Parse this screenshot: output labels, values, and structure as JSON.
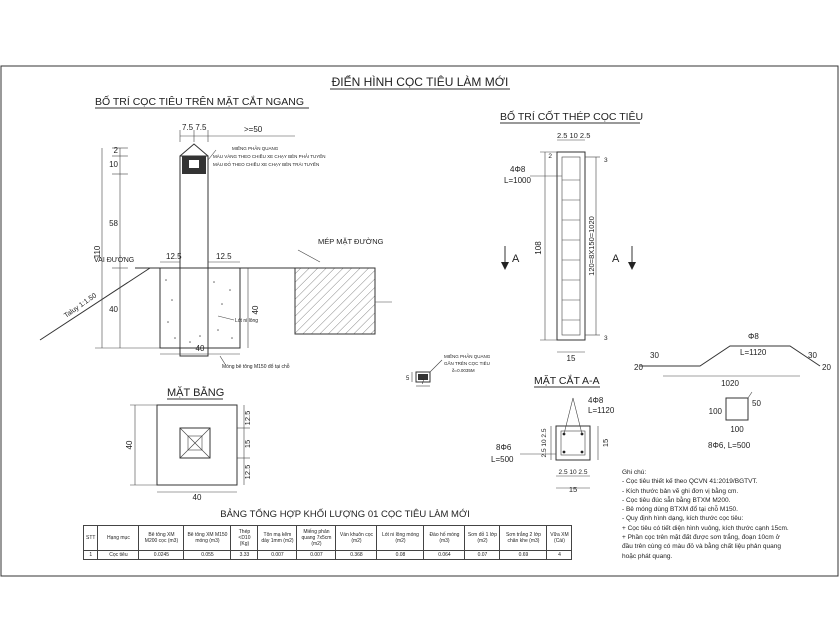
{
  "title": "ĐIỂN HÌNH CỌC TIÊU LÀM MỚI",
  "section_cross": "BỐ TRÍ CỌC TIÊU TRÊN MẶT CẮT NGANG",
  "section_rebar": "BỐ TRÍ CỐT THÉP CỌC TIÊU",
  "section_plan": "MẶT BẰNG",
  "section_aa": "MẶT CẮT A-A",
  "table_title": "BẢNG TỔNG HỢP KHỐI LƯỢNG 01 CỌC TIÊU LÀM MỚI",
  "cross": {
    "dim_top": "7.5 7.5",
    "dim_ge50": ">=50",
    "dims_left": [
      "2",
      "10",
      "58",
      "40"
    ],
    "dim_110": "110",
    "vai_duong": "VAI ĐƯỜNG",
    "taluy": "Taluy 1:1.50",
    "mep_mat_duong": "MÉP MẶT ĐƯỜNG",
    "dim_12_5_left": "12.5",
    "dim_12_5_right": "12.5",
    "dim_40_base": "40",
    "dim_40_right": "40",
    "reflect_label": "MIẾNG PHẢN QUANG",
    "reflect_note1": "MÀU VÀNG THEO CHIỀU XE CHẠY BÊN PHẢI TUYẾN",
    "reflect_note2": "MÀU ĐỎ THEO CHIỀU XE CHẠY BÊN TRÁI TUYẾN",
    "lot_ni_long": "Lót ni lông",
    "mong_note": "Móng bê tông M150 đổ tại chỗ"
  },
  "reflector_detail": {
    "label": "MIẾNG PHẢN QUANG",
    "note1": "GẮN TRÊN CỌC TIÊU",
    "note2": "δ=0.0035M",
    "dim_5": "5",
    "dim_7": "7"
  },
  "rebar": {
    "dim_top": "2.5 10 2.5",
    "dim_2": "2",
    "dim_3_top": "3",
    "dim_3_bot": "3",
    "main_bar": "4Φ8",
    "main_len": "L=1000",
    "dim_108": "108",
    "stirrup_spacing": "120=8X150=1020",
    "dim_15": "15",
    "section_mark": "A"
  },
  "bar_shape": {
    "phi": "Φ8",
    "len": "L=1120",
    "dim_30_left": "30",
    "dim_30_right": "30",
    "dim_20_left": "20",
    "dim_20_right": "20",
    "dim_1020": "1020"
  },
  "stirrup_shape": {
    "dim_100_left": "100",
    "dim_50": "50",
    "dim_100_bottom": "100",
    "label": "8Φ6, L=500"
  },
  "section_aa_detail": {
    "main_bar": "4Φ8",
    "main_len": "L=1120",
    "stirrup": "8Φ6",
    "stirrup_len": "L=500",
    "dims_left": "2.5 10 2.5",
    "dim_15": "15",
    "dims_bottom_top": "2.5 10 2.5",
    "dim_15_bottom": "15"
  },
  "plan": {
    "dim_40_left": "40",
    "dim_40_bottom": "40",
    "dim_12_5_a": "12.5",
    "dim_15": "15",
    "dim_12_5_b": "12.5"
  },
  "table": {
    "headers": [
      "STT",
      "Hạng mục",
      "Bê tông XM M200 cọc (m3)",
      "Bê tông XM M150 móng (m3)",
      "Thép <D10 (Kg)",
      "Tôn mạ kẽm dày 1mm (m2)",
      "Miếng phản quang 7x5cm (m2)",
      "Ván khuôn cọc (m2)",
      "Lót ni lông móng (m2)",
      "Đào hố móng (m3)",
      "Sơn đỏ 1 lớp (m2)",
      "Sơn trắng 2 lớp chân khe (m3)",
      "Vữa XM (Cái)"
    ],
    "rows": [
      [
        "1",
        "Cọc tiêu",
        "0.0245",
        "0.055",
        "3.33",
        "0.007",
        "0.007",
        "0.368",
        "0.08",
        "0.064",
        "0.07",
        "0.69",
        "4"
      ]
    ]
  },
  "notes": {
    "heading": "Ghi chú:",
    "lines": [
      "- Cọc tiêu thiết kế theo QCVN 41:2019/BGTVT.",
      "- Kích thước bản vẽ ghi đơn vị bằng cm.",
      "- Cọc tiêu đúc sẵn bằng BTXM M200.",
      "- Bê móng dùng BTXM đổ tại chỗ M150.",
      "- Quy định hình dạng, kích thước cọc tiêu:",
      "+ Cọc tiêu có tiết diện hình vuông, kích thước cạnh 15cm.",
      "+ Phần cọc trên mặt đất được sơn trắng, đoạn 10cm ở",
      "đầu trên cùng có màu đỏ và bằng chất liệu phản quang",
      "hoặc phát quang."
    ]
  }
}
